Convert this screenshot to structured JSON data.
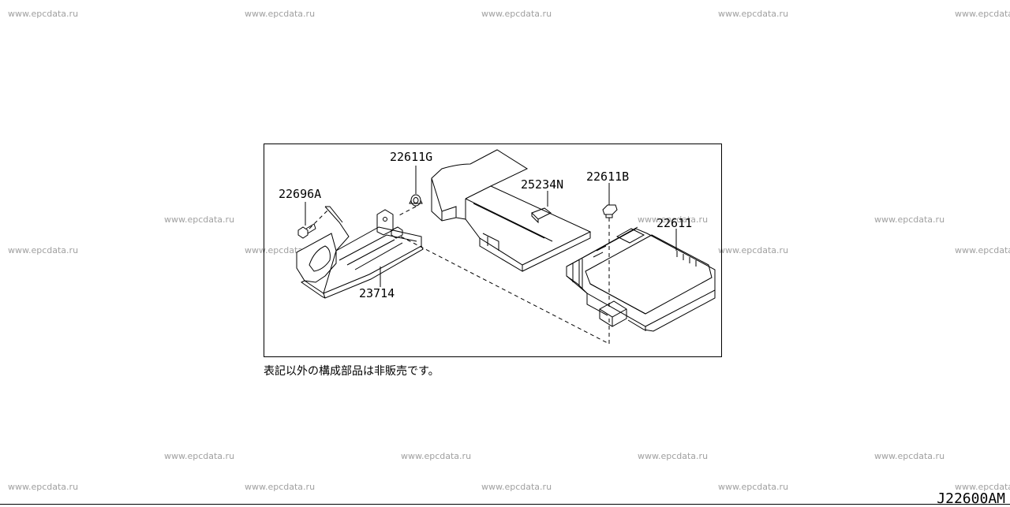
{
  "watermark": "www.epcdata.ru",
  "parts": [
    {
      "id": "22611G",
      "label": "22611G"
    },
    {
      "id": "22696A",
      "label": "22696A"
    },
    {
      "id": "25234N",
      "label": "25234N"
    },
    {
      "id": "22611B",
      "label": "22611B"
    },
    {
      "id": "22611",
      "label": "22611"
    },
    {
      "id": "23714",
      "label": "23714"
    }
  ],
  "caption": "表記以外の構成部品は非販売です。",
  "diagram_code": "J22600AM"
}
